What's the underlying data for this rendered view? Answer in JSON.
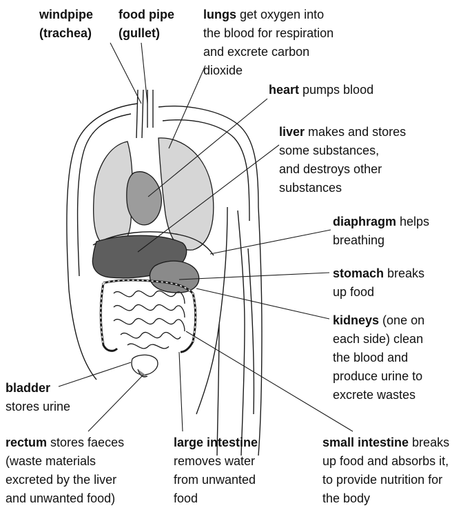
{
  "labels": {
    "windpipe": {
      "term": "windpipe",
      "line2": "(trachea)"
    },
    "foodpipe": {
      "term": "food pipe",
      "line2": "(gullet)"
    },
    "lungs": {
      "term": "lungs",
      "desc1": " get oxygen into",
      "desc2": "the blood for respiration",
      "desc3": "and excrete carbon",
      "desc4": "dioxide"
    },
    "heart": {
      "term": "heart",
      "desc1": " pumps blood"
    },
    "liver": {
      "term": "liver",
      "desc1": " makes and stores",
      "desc2": "some substances,",
      "desc3": "and destroys other",
      "desc4": "substances"
    },
    "diaphragm": {
      "term": "diaphragm",
      "desc1": " helps",
      "desc2": "breathing"
    },
    "stomach": {
      "term": "stomach",
      "desc1": " breaks",
      "desc2": "up food"
    },
    "kidneys": {
      "term": "kidneys",
      "desc1": " (one on",
      "desc2": "each side) clean",
      "desc3": "the blood and",
      "desc4": "produce urine to",
      "desc5": "excrete wastes"
    },
    "bladder": {
      "term": "bladder",
      "desc2": "stores urine"
    },
    "rectum": {
      "term": "rectum",
      "desc1": " stores faeces",
      "desc2": "(waste materials",
      "desc3": "excreted by the liver",
      "desc4": "and unwanted food)"
    },
    "large_intestine": {
      "term": "large intestine",
      "desc2": "removes water",
      "desc3": "from unwanted",
      "desc4": "food"
    },
    "small_intestine": {
      "term": "small intestine",
      "desc1": " breaks",
      "desc2": "up food and absorbs it,",
      "desc3": "to provide nutrition for",
      "desc4": "the body"
    }
  },
  "colors": {
    "lungs": "#d6d6d6",
    "heart": "#9c9c9c",
    "liver": "#5e5e5e",
    "stomach": "#8a8a8a",
    "outline": "#1a1a1a"
  }
}
